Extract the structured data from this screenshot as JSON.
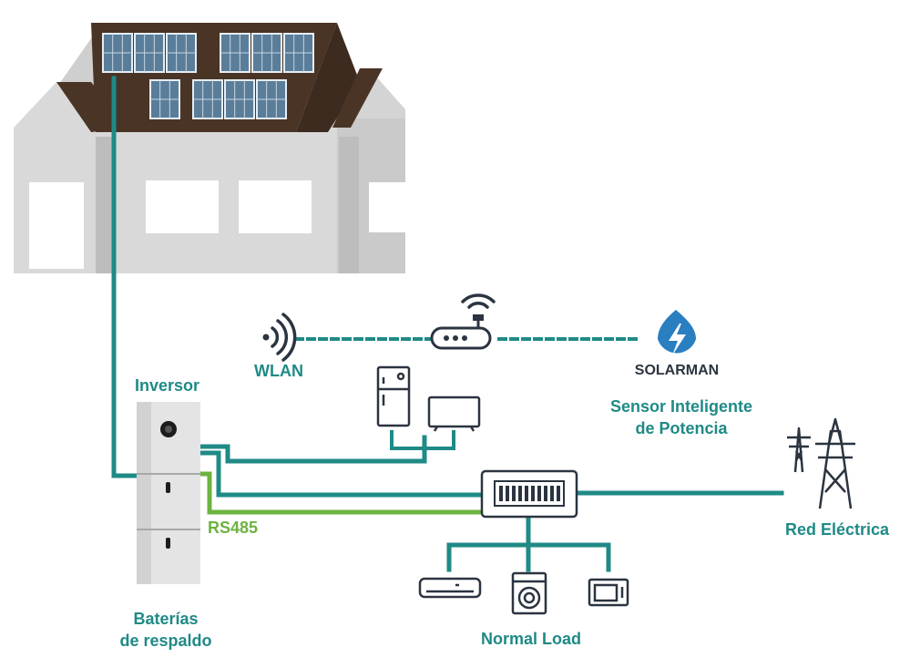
{
  "labels": {
    "inverter": "Inversor",
    "rs485": "RS485",
    "batteries_line1": "Baterías",
    "batteries_line2": "de respaldo",
    "wlan": "WLAN",
    "brand": "SOLARMAN",
    "sensor_line1": "Sensor Inteligente",
    "sensor_line2": "de Potencia",
    "grid": "Red Eléctrica",
    "normal_load": "Normal Load"
  },
  "colors": {
    "teal": "#1f8a86",
    "green": "#6cb33f",
    "dark_text": "#2b3440",
    "house_wall": "#d9d9d9",
    "roof": "#4a3426",
    "panel": "#5a7d9a"
  },
  "icons": [
    "solar-panel-icon",
    "inverter-icon",
    "battery-icon",
    "wifi-signal-icon",
    "router-icon",
    "solarman-logo-icon",
    "fridge-icon",
    "tv-icon",
    "meter-icon",
    "power-tower-icon",
    "air-conditioner-icon",
    "washing-machine-icon",
    "microwave-icon"
  ]
}
